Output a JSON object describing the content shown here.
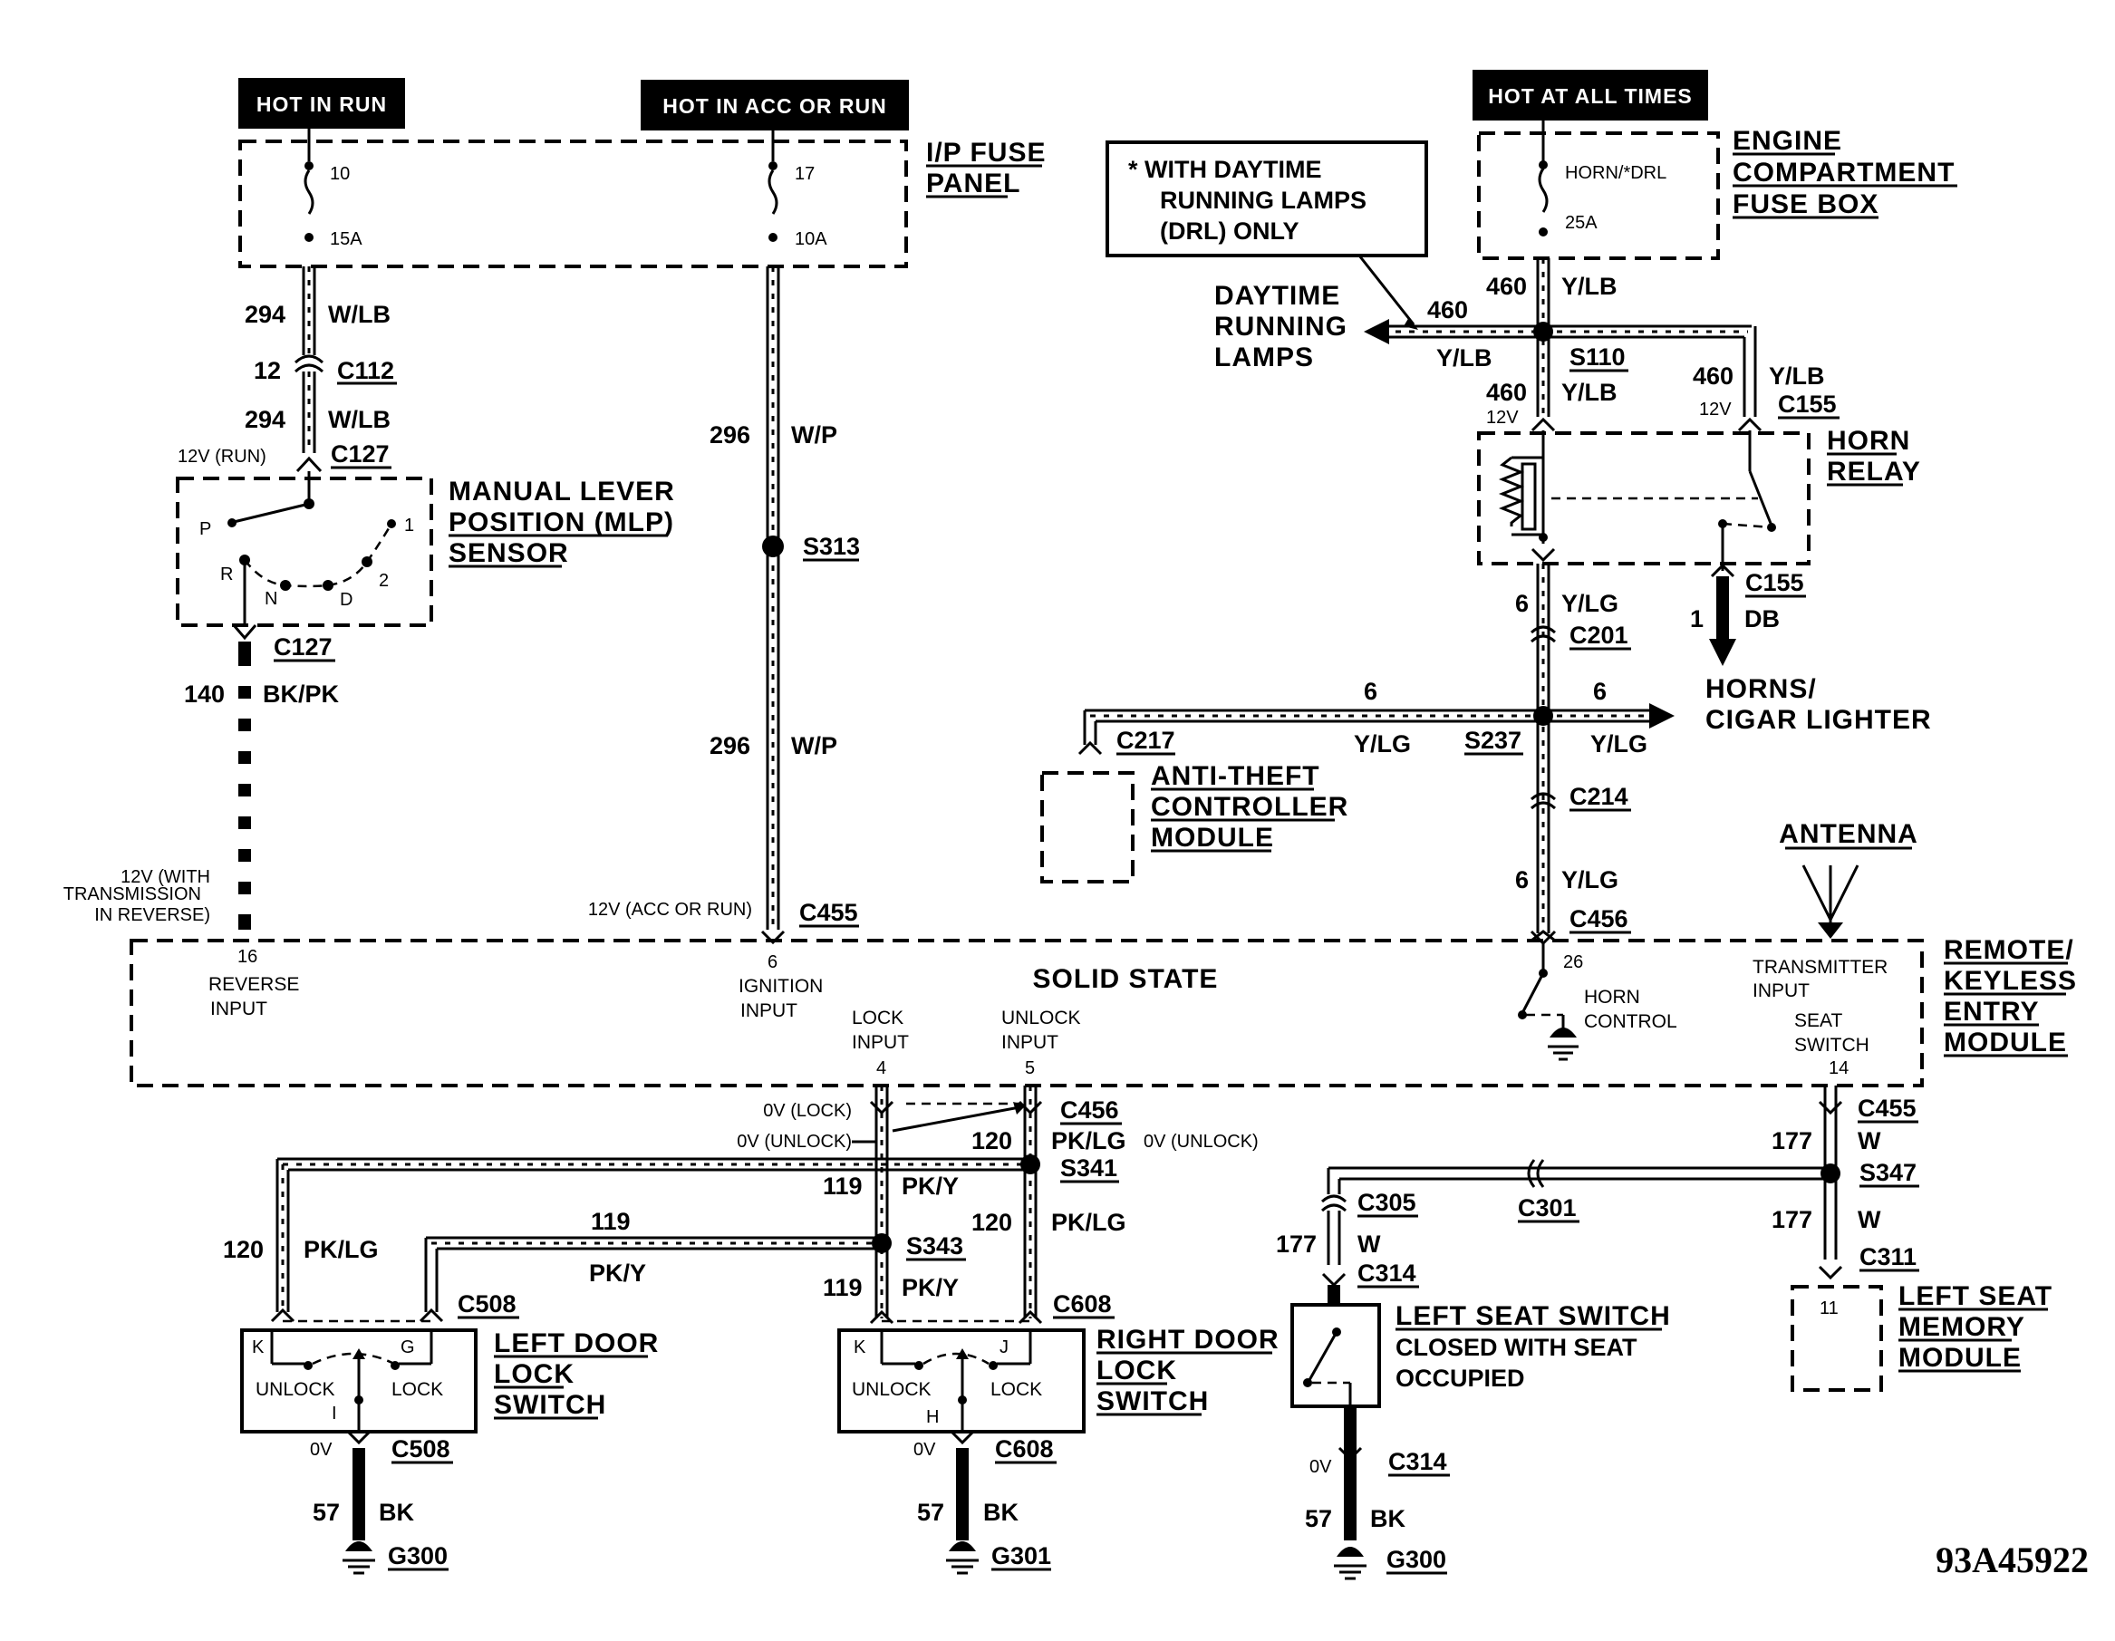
{
  "headers": {
    "hot_in_run": "HOT IN RUN",
    "hot_in_acc_or_run": "HOT IN ACC OR RUN",
    "hot_at_all_times": "HOT AT ALL TIMES"
  },
  "fuse_panels": {
    "ip_line1": "I/P FUSE",
    "ip_line2": "PANEL",
    "fuse10_num": "10",
    "fuse10_amp": "15A",
    "fuse17_num": "17",
    "fuse17_amp": "10A",
    "engine_line1": "ENGINE",
    "engine_line2": "COMPARTMENT",
    "engine_line3": "FUSE BOX",
    "horn_fuse_name": "HORN/*DRL",
    "horn_fuse_amp": "25A"
  },
  "note": {
    "line1": "*  WITH DAYTIME",
    "line2": "RUNNING LAMPS",
    "line3": "(DRL) ONLY"
  },
  "drl": {
    "line1": "DAYTIME",
    "line2": "RUNNING",
    "line3": "LAMPS"
  },
  "circuits": {
    "c294": "294",
    "wlb": "W/LB",
    "c12": "12",
    "c296": "296",
    "wp": "W/P",
    "c140": "140",
    "bkpk": "BK/PK",
    "c460": "460",
    "ylb": "Y/LB",
    "c6": "6",
    "ylg": "Y/LG",
    "c1": "1",
    "db": "DB",
    "c120": "120",
    "pklg": "PK/LG",
    "c119": "119",
    "pky": "PK/Y",
    "c177": "177",
    "w": "W",
    "c57": "57",
    "bk": "BK"
  },
  "connectors": {
    "c112": "C112",
    "c127": "C127",
    "c155": "C155",
    "c201": "C201",
    "c217": "C217",
    "c214": "C214",
    "c456": "C456",
    "c455": "C455",
    "c305": "C305",
    "c301": "C301",
    "c314": "C314",
    "c311": "C311",
    "c508": "C508",
    "c608": "C608"
  },
  "splices": {
    "s313": "S313",
    "s110": "S110",
    "s237": "S237",
    "s341": "S341",
    "s343": "S343",
    "s347": "S347"
  },
  "grounds": {
    "g300": "G300",
    "g301": "G301"
  },
  "voltages": {
    "v12run": "12V (RUN)",
    "v12": "12V",
    "v12rev1": "12V (WITH",
    "v12rev2": "TRANSMISSION",
    "v12rev3": "IN REVERSE)",
    "v12acc": "12V (ACC OR RUN)",
    "v0lock": "0V (LOCK)",
    "v0unlock": "0V (UNLOCK)",
    "v0": "0V"
  },
  "components": {
    "mlp1": "MANUAL LEVER",
    "mlp2": "POSITION (MLP)",
    "mlp3": "SENSOR",
    "mlp_p": "P",
    "mlp_r": "R",
    "mlp_n": "N",
    "mlp_d": "D",
    "mlp_2": "2",
    "mlp_1": "1",
    "horn_relay1": "HORN",
    "horn_relay2": "RELAY",
    "horns1": "HORNS/",
    "horns2": "CIGAR LIGHTER",
    "atm1": "ANTI-THEFT",
    "atm2": "CONTROLLER",
    "atm3": "MODULE",
    "antenna": "ANTENNA",
    "rke1": "REMOTE/",
    "rke2": "KEYLESS",
    "rke3": "ENTRY",
    "rke4": "MODULE",
    "solid_state": "SOLID STATE",
    "pin16": "16",
    "reverse1": "REVERSE",
    "reverse2": "INPUT",
    "pin6": "6",
    "ign1": "IGNITION",
    "ign2": "INPUT",
    "pin4": "4",
    "lock_in1": "LOCK",
    "lock_in2": "INPUT",
    "pin5": "5",
    "unlock_in1": "UNLOCK",
    "unlock_in2": "INPUT",
    "pin26": "26",
    "horn_ctrl1": "HORN",
    "horn_ctrl2": "CONTROL",
    "trans1": "TRANSMITTER",
    "trans2": "INPUT",
    "seat_sw1": "SEAT",
    "seat_sw2": "SWITCH",
    "pin14": "14",
    "ldls1": "LEFT DOOR",
    "ldls2": "LOCK",
    "ldls3": "SWITCH",
    "rdls1": "RIGHT DOOR",
    "rdls2": "LOCK",
    "rdls3": "SWITCH",
    "pin_k": "K",
    "pin_g": "G",
    "pin_i": "I",
    "pin_j": "J",
    "pin_h": "H",
    "unlock": "UNLOCK",
    "lock": "LOCK",
    "lss1": "LEFT SEAT SWITCH",
    "lss2": "CLOSED WITH SEAT",
    "lss3": "OCCUPIED",
    "lsm1": "LEFT SEAT",
    "lsm2": "MEMORY",
    "lsm3": "MODULE",
    "pin11": "11"
  },
  "diagram_id": "93A45922"
}
